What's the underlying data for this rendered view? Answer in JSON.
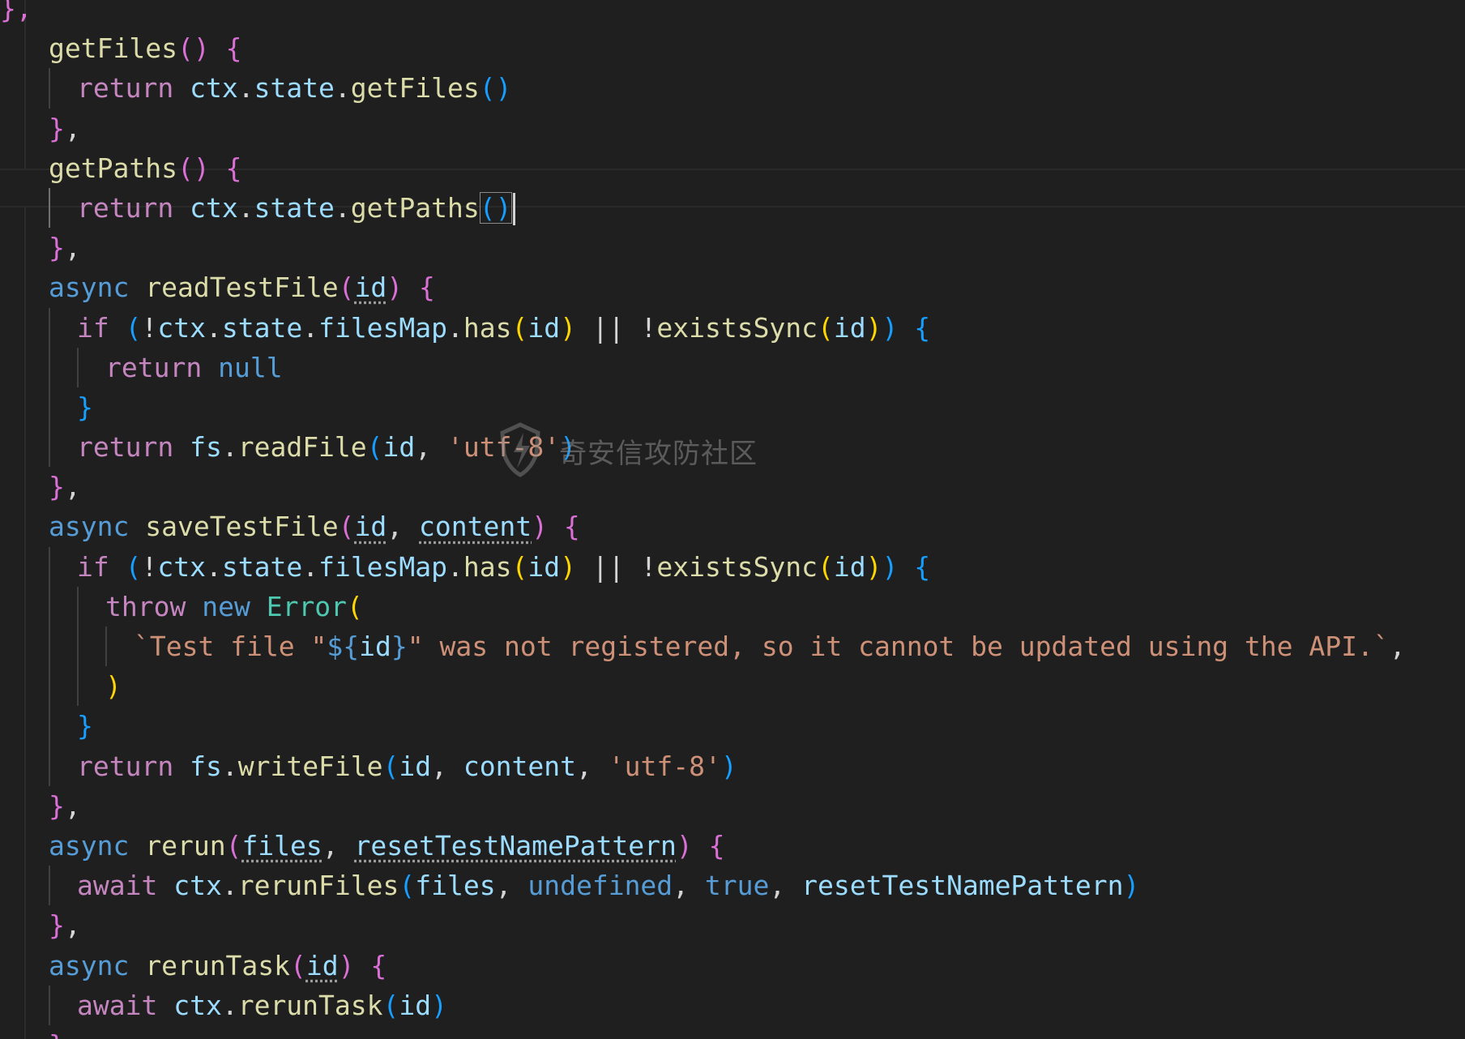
{
  "colors": {
    "background": "#1f1f1f",
    "function": "#dcdcaa",
    "keyword_control": "#c586c0",
    "keyword": "#569cd6",
    "variable": "#9cdcfe",
    "string": "#ce9178",
    "class": "#4ec9b0",
    "bracket1": "#ffd700",
    "bracket2": "#da70d6",
    "bracket3": "#179fff"
  },
  "watermark": "奇安信攻防社区",
  "watermark_icon": "shield-logo-icon",
  "lines": [
    {
      "indent": 0,
      "guides": [],
      "tokens": [
        [
          "b2",
          "},"
        ]
      ]
    },
    {
      "indent": 1,
      "guides": [],
      "tokens": [
        [
          "fn",
          "getFiles"
        ],
        [
          "b2",
          "()"
        ],
        [
          "pl",
          " "
        ],
        [
          "b2",
          "{"
        ]
      ]
    },
    {
      "indent": 2,
      "guides": [
        60
      ],
      "tokens": [
        [
          "kw",
          "return"
        ],
        [
          "pl",
          " "
        ],
        [
          "var",
          "ctx"
        ],
        [
          "pl",
          "."
        ],
        [
          "var",
          "state"
        ],
        [
          "pl",
          "."
        ],
        [
          "fn",
          "getFiles"
        ],
        [
          "b3",
          "()"
        ]
      ]
    },
    {
      "indent": 1,
      "guides": [],
      "tokens": [
        [
          "b2",
          "}"
        ],
        [
          "pl",
          ","
        ]
      ]
    },
    {
      "indent": 1,
      "guides": [],
      "tokens": [
        [
          "fn",
          "getPaths"
        ],
        [
          "b2",
          "()"
        ],
        [
          "pl",
          " "
        ],
        [
          "b2",
          "{"
        ]
      ]
    },
    {
      "indent": 2,
      "guides": [
        60
      ],
      "active": true,
      "tokens": [
        [
          "kw",
          "return"
        ],
        [
          "pl",
          " "
        ],
        [
          "var",
          "ctx"
        ],
        [
          "pl",
          "."
        ],
        [
          "var",
          "state"
        ],
        [
          "pl",
          "."
        ],
        [
          "fn",
          "getPaths"
        ],
        [
          "b3box",
          "()"
        ],
        [
          "cursor",
          ""
        ]
      ]
    },
    {
      "indent": 1,
      "guides": [],
      "tokens": [
        [
          "b2",
          "}"
        ],
        [
          "pl",
          ","
        ]
      ]
    },
    {
      "indent": 1,
      "guides": [],
      "tokens": [
        [
          "kw2",
          "async"
        ],
        [
          "pl",
          " "
        ],
        [
          "fn",
          "readTestFile"
        ],
        [
          "b2",
          "("
        ],
        [
          "vardot",
          "id"
        ],
        [
          "b2",
          ")"
        ],
        [
          "pl",
          " "
        ],
        [
          "b2",
          "{"
        ]
      ]
    },
    {
      "indent": 2,
      "guides": [
        60
      ],
      "tokens": [
        [
          "kw",
          "if"
        ],
        [
          "pl",
          " "
        ],
        [
          "b3",
          "("
        ],
        [
          "pl",
          "!"
        ],
        [
          "var",
          "ctx"
        ],
        [
          "pl",
          "."
        ],
        [
          "var",
          "state"
        ],
        [
          "pl",
          "."
        ],
        [
          "var",
          "filesMap"
        ],
        [
          "pl",
          "."
        ],
        [
          "fn",
          "has"
        ],
        [
          "b1",
          "("
        ],
        [
          "var",
          "id"
        ],
        [
          "b1",
          ")"
        ],
        [
          "pl",
          " || !"
        ],
        [
          "fn",
          "existsSync"
        ],
        [
          "b1",
          "("
        ],
        [
          "var",
          "id"
        ],
        [
          "b1",
          ")"
        ],
        [
          "b3",
          ")"
        ],
        [
          "pl",
          " "
        ],
        [
          "b3",
          "{"
        ]
      ]
    },
    {
      "indent": 3,
      "guides": [
        60,
        95
      ],
      "tokens": [
        [
          "kw",
          "return"
        ],
        [
          "pl",
          " "
        ],
        [
          "kw2",
          "null"
        ]
      ]
    },
    {
      "indent": 2,
      "guides": [
        60
      ],
      "tokens": [
        [
          "b3",
          "}"
        ]
      ]
    },
    {
      "indent": 2,
      "guides": [
        60
      ],
      "tokens": [
        [
          "kw",
          "return"
        ],
        [
          "pl",
          " "
        ],
        [
          "var",
          "fs"
        ],
        [
          "pl",
          "."
        ],
        [
          "fn",
          "readFile"
        ],
        [
          "b3",
          "("
        ],
        [
          "var",
          "id"
        ],
        [
          "pl",
          ", "
        ],
        [
          "str",
          "'utf-8'"
        ],
        [
          "b3",
          ")"
        ]
      ]
    },
    {
      "indent": 1,
      "guides": [],
      "tokens": [
        [
          "b2",
          "}"
        ],
        [
          "pl",
          ","
        ]
      ]
    },
    {
      "indent": 1,
      "guides": [],
      "tokens": [
        [
          "kw2",
          "async"
        ],
        [
          "pl",
          " "
        ],
        [
          "fn",
          "saveTestFile"
        ],
        [
          "b2",
          "("
        ],
        [
          "vardot",
          "id"
        ],
        [
          "pl",
          ", "
        ],
        [
          "vardot",
          "content"
        ],
        [
          "b2",
          ")"
        ],
        [
          "pl",
          " "
        ],
        [
          "b2",
          "{"
        ]
      ]
    },
    {
      "indent": 2,
      "guides": [
        60
      ],
      "tokens": [
        [
          "kw",
          "if"
        ],
        [
          "pl",
          " "
        ],
        [
          "b3",
          "("
        ],
        [
          "pl",
          "!"
        ],
        [
          "var",
          "ctx"
        ],
        [
          "pl",
          "."
        ],
        [
          "var",
          "state"
        ],
        [
          "pl",
          "."
        ],
        [
          "var",
          "filesMap"
        ],
        [
          "pl",
          "."
        ],
        [
          "fn",
          "has"
        ],
        [
          "b1",
          "("
        ],
        [
          "var",
          "id"
        ],
        [
          "b1",
          ")"
        ],
        [
          "pl",
          " || !"
        ],
        [
          "fn",
          "existsSync"
        ],
        [
          "b1",
          "("
        ],
        [
          "var",
          "id"
        ],
        [
          "b1",
          ")"
        ],
        [
          "b3",
          ")"
        ],
        [
          "pl",
          " "
        ],
        [
          "b3",
          "{"
        ]
      ]
    },
    {
      "indent": 3,
      "guides": [
        60,
        95
      ],
      "tokens": [
        [
          "kw",
          "throw"
        ],
        [
          "pl",
          " "
        ],
        [
          "kw2",
          "new"
        ],
        [
          "pl",
          " "
        ],
        [
          "cls",
          "Error"
        ],
        [
          "b1",
          "("
        ]
      ]
    },
    {
      "indent": 4,
      "guides": [
        60,
        95,
        130
      ],
      "tokens": [
        [
          "str",
          "`Test file \""
        ],
        [
          "kw2",
          "${"
        ],
        [
          "var",
          "id"
        ],
        [
          "kw2",
          "}"
        ],
        [
          "str",
          "\" was not registered, so it cannot be updated using the API.`"
        ],
        [
          "pl",
          ","
        ]
      ]
    },
    {
      "indent": 3,
      "guides": [
        60,
        95
      ],
      "tokens": [
        [
          "b1",
          ")"
        ]
      ]
    },
    {
      "indent": 2,
      "guides": [
        60
      ],
      "tokens": [
        [
          "b3",
          "}"
        ]
      ]
    },
    {
      "indent": 2,
      "guides": [
        60
      ],
      "tokens": [
        [
          "kw",
          "return"
        ],
        [
          "pl",
          " "
        ],
        [
          "var",
          "fs"
        ],
        [
          "pl",
          "."
        ],
        [
          "fn",
          "writeFile"
        ],
        [
          "b3",
          "("
        ],
        [
          "var",
          "id"
        ],
        [
          "pl",
          ", "
        ],
        [
          "var",
          "content"
        ],
        [
          "pl",
          ", "
        ],
        [
          "str",
          "'utf-8'"
        ],
        [
          "b3",
          ")"
        ]
      ]
    },
    {
      "indent": 1,
      "guides": [],
      "tokens": [
        [
          "b2",
          "}"
        ],
        [
          "pl",
          ","
        ]
      ]
    },
    {
      "indent": 1,
      "guides": [],
      "tokens": [
        [
          "kw2",
          "async"
        ],
        [
          "pl",
          " "
        ],
        [
          "fn",
          "rerun"
        ],
        [
          "b2",
          "("
        ],
        [
          "vardot",
          "files"
        ],
        [
          "pl",
          ", "
        ],
        [
          "vardot",
          "resetTestNamePattern"
        ],
        [
          "b2",
          ")"
        ],
        [
          "pl",
          " "
        ],
        [
          "b2",
          "{"
        ]
      ]
    },
    {
      "indent": 2,
      "guides": [
        60
      ],
      "tokens": [
        [
          "kw",
          "await"
        ],
        [
          "pl",
          " "
        ],
        [
          "var",
          "ctx"
        ],
        [
          "pl",
          "."
        ],
        [
          "fn",
          "rerunFiles"
        ],
        [
          "b3",
          "("
        ],
        [
          "var",
          "files"
        ],
        [
          "pl",
          ", "
        ],
        [
          "kw2",
          "undefined"
        ],
        [
          "pl",
          ", "
        ],
        [
          "kw2",
          "true"
        ],
        [
          "pl",
          ", "
        ],
        [
          "var",
          "resetTestNamePattern"
        ],
        [
          "b3",
          ")"
        ]
      ]
    },
    {
      "indent": 1,
      "guides": [],
      "tokens": [
        [
          "b2",
          "}"
        ],
        [
          "pl",
          ","
        ]
      ]
    },
    {
      "indent": 1,
      "guides": [],
      "tokens": [
        [
          "kw2",
          "async"
        ],
        [
          "pl",
          " "
        ],
        [
          "fn",
          "rerunTask"
        ],
        [
          "b2",
          "("
        ],
        [
          "vardot",
          "id"
        ],
        [
          "b2",
          ")"
        ],
        [
          "pl",
          " "
        ],
        [
          "b2",
          "{"
        ]
      ]
    },
    {
      "indent": 2,
      "guides": [
        60
      ],
      "tokens": [
        [
          "kw",
          "await"
        ],
        [
          "pl",
          " "
        ],
        [
          "var",
          "ctx"
        ],
        [
          "pl",
          "."
        ],
        [
          "fn",
          "rerunTask"
        ],
        [
          "b3",
          "("
        ],
        [
          "var",
          "id"
        ],
        [
          "b3",
          ")"
        ]
      ]
    },
    {
      "indent": 1,
      "guides": [],
      "tokens": [
        [
          "b2",
          "}"
        ],
        [
          "pl",
          ","
        ]
      ]
    }
  ]
}
